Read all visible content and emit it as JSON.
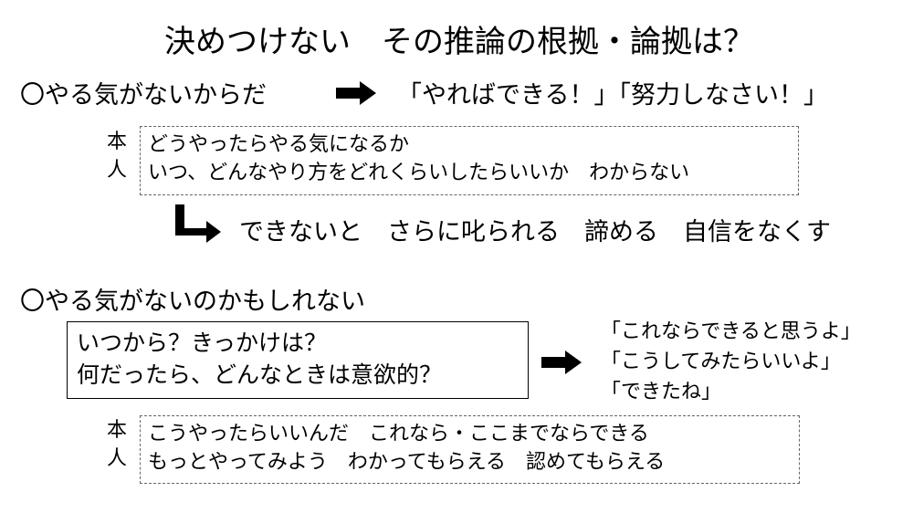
{
  "title": "決めつけない　その推論の根拠・論拠は？",
  "section1": {
    "heading": "〇やる気がないからだ",
    "quote": "「やればできる！」「努力しなさい！」",
    "side_label": [
      "本",
      "人"
    ],
    "box_lines": [
      "どうやったらやる気になるか",
      "いつ、どんなやり方をどれくらいしたらいいか　わからない"
    ],
    "result": "できないと　さらに叱られる　諦める　自信をなくす"
  },
  "section2": {
    "heading": "〇やる気がないのかもしれない",
    "question_lines": [
      "いつから？きっかけは？",
      "何だったら、どんなときは意欲的？"
    ],
    "quotes": [
      "「これならできると思うよ」",
      "「こうしてみたらいいよ」",
      "「できたね」"
    ],
    "side_label": [
      "本",
      "人"
    ],
    "box_lines": [
      "こうやったらいいんだ　これなら・ここまでならできる",
      "もっとやってみよう　わかってもらえる　認めてもらえる"
    ]
  },
  "icons": {
    "right_arrow": "right-arrow-icon",
    "elbow_arrow": "elbow-arrow-icon"
  },
  "colors": {
    "text": "#000000",
    "dashed_border": "#666666",
    "background": "#ffffff"
  }
}
